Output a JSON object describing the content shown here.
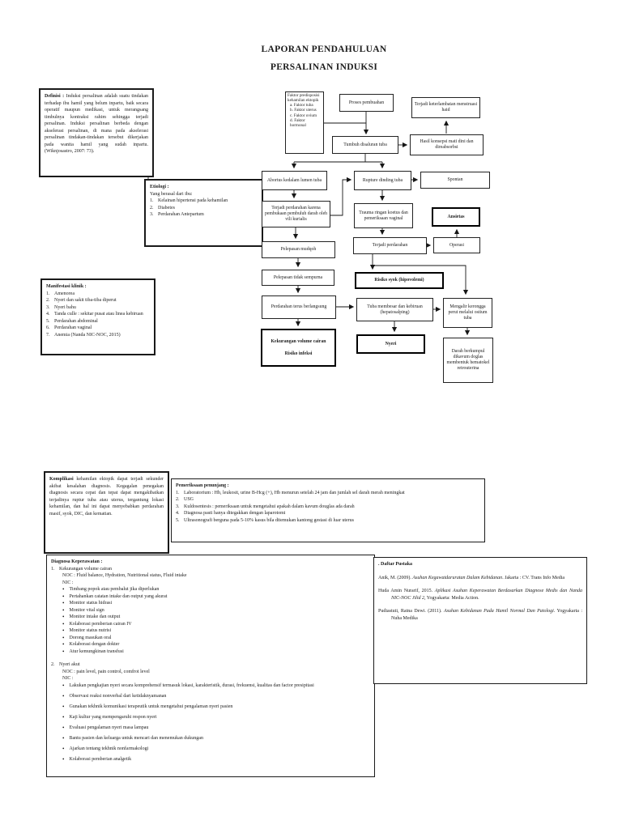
{
  "title": {
    "line1": "LAPORAN PENDAHULUAN",
    "line2": "PERSALINAN INDUKSI"
  },
  "definisi": {
    "label": "Definisi :",
    "text": "Induksi persalinan adalah suatu tindakan terhadap ibu hamil yang belum inpartu, baik secara operatif maupun medikasi, untuk merangsang timbulnya kontraksi rahim sehingga terjadi persalinan. Induksi persalinan berbeda dengan akselerasi persalinan, di mana pada akselerasi persalinan tindakan-tindakan tersebut dikerjakan pada wanita hamil yang sudah inpartu. (Wiknjosastro, 2007: 73)."
  },
  "etiologi": {
    "label": "Etiologi :",
    "intro": "Yang berasal dari ibu:",
    "items": [
      {
        "no": "1.",
        "text": "Kelainan hipertensi pada kehamilan"
      },
      {
        "no": "2.",
        "text": "Diabetes"
      },
      {
        "no": "3.",
        "text": "Perdarahan Antepartum"
      }
    ]
  },
  "manifestasi": {
    "label": "Manifestasi klinik :",
    "items": [
      {
        "no": "1.",
        "text": "Amenorea"
      },
      {
        "no": "2.",
        "text": "Nyeri dan sakit tiba-tiba diperut"
      },
      {
        "no": "3.",
        "text": "Nyeri bahu"
      },
      {
        "no": "4.",
        "text": "Tanda culle : sekitar pusat atau linea kebiruan"
      },
      {
        "no": "5.",
        "text": "Perdarahan abdominal"
      },
      {
        "no": "6.",
        "text": "Perdarahan vaginal"
      },
      {
        "no": "7.",
        "text": "Anemia (Nanda NIC-NOC, 2015)"
      }
    ]
  },
  "flowchart": {
    "faktor": {
      "title": "Faktor predisposisi kehamilan ektopik",
      "items": [
        "a.  Faktor tuba",
        "b.  Faktor uterus",
        "c.  Faktor ovium",
        "d.  Faktor hormonal"
      ]
    },
    "proses": "Proses pembuahan",
    "terlambat": "Terjadi keterlambatan menstruasi haid",
    "tumbuh": "Tumbuh disaluran tuba",
    "hasil": "Hasil konsepsi mati dini dan direabsorbsi",
    "abortus": "Abortus kedalam lumen tuba",
    "rupture": "Rupture dinding tuba",
    "spontan": "Spontan",
    "perdarahan_vili": "Terjadi perdarahan karena pembukaan pembuluh darah oleh vili kurialis",
    "trauma": "Trauma ringan koetus dan pemeriksaan vaginal",
    "ansietas": "Ansietas",
    "pelepasan_mudqoh": "Pelepasan mudqoh",
    "terjadi_perdarahan": "Terjadi perdarahan",
    "operasi": "Operasi",
    "pelepasan_tidak_sempurna": "Pelepasan tidak sempurna",
    "risiko_syok": "Risiko syok (hipovolemi)",
    "perdarahan_terus": "Perdarahan terus berlangsung",
    "tuba_membesar": "Tuba membesar dan kebiruan (hepatosalping)",
    "mengalir": "Mengalir kerongga perut melalui ostium tuba",
    "kekurangan": {
      "line1": "Kekurangan volume cairan",
      "line2": "Risiko infeksi"
    },
    "nyeri": "Nyeri",
    "darah": "Darah berkumpul dikavum doglas membentuk hematokel retrouterina"
  },
  "komplikasi": {
    "label": "Komplikasi",
    "text": " kehamilan ektopik dapat terjadi sekunder akibat kesalahan diagnosis. Kegagalan penegakan diagnosis secara cepat dan tepat dapat mengakibatkan terjadinya ruptur tuba atau uterus, tergantung lokasi kehamilan, dan hal ini dapat menyebabkan perdarahan masif, syok, DIC, dan kematian."
  },
  "pemeriksaan": {
    "label": "Pemeriksaan penunjang :",
    "items": [
      {
        "no": "1.",
        "text": "Laboratorium : Hb, leukosit, urine B-Hcg (+), Hb menurun setelah 24 jam dan jumlah sel darah merah meningkat"
      },
      {
        "no": "2.",
        "text": "USG"
      },
      {
        "no": "3.",
        "text": "Kuldosentesis : pemeriksaan untuk mengetahui apakah dalam kavum douglas ada darah"
      },
      {
        "no": "4.",
        "text": "Diagnosa pasti hanya ditegakkan dengan laparotomi"
      },
      {
        "no": "5.",
        "text": "Ultrasonografi berguna pada 5-10% kasus bila ditemukan kantong gestasi di luar uterus"
      }
    ]
  },
  "diagnosa": {
    "label": "Diagnosa Keperawatan :",
    "item1": {
      "no": "1.",
      "name": "Kekurangan volume cairan",
      "noc": "NOC : Fluid balance, Hydration, Nutritional status, Fluid intake",
      "nic": "NIC :",
      "bullets": [
        "Timbang popok atau pembalut jika diperlukan",
        "Pertahankan catatan intake dan output yang akurat",
        "Monitor status hidrasi",
        "Monitor vital sign",
        "Monitor intake dan output",
        "Kolaborasi pemberian cairan IV",
        "Monitor status nutrisi",
        "Dorong masukan oral",
        "Kolaborasi dengan dokter",
        "Atur kemungkinan transfusi"
      ]
    },
    "item2": {
      "no": "2.",
      "name": "Nyeri akut",
      "noc": "NOC : pain level, pain control, comfrot level",
      "nic": "NIC :",
      "bullets": [
        "Lakukan pengkajian nyeri secara komprehensif termasuk lokasi, karakteristik, durasi, frekuensi, kualitas dan factor presipitasi",
        "Observasi reaksi nonverbal dari ketidaknyamanan",
        "Gunakan tekhnik komunikasi terapeutik untuk mengetahui pengalaman nyeri pasien",
        "Kaji kultur yang mempengaruhi respon nyeri",
        "Evaluasi pengalaman nyeri masa lampau",
        "Bantu pasien dan keluarga untuk mencari dan menemukan dukungan",
        "Ajarkan tentang tekhnik nonfarmakologi",
        "Kolaborasi pemberian analgetik"
      ]
    }
  },
  "pustaka": {
    "label": ". Daftar Pustaka",
    "refs": [
      {
        "pre": "Anik, M. (2009). ",
        "italic": "Asuhan Kegawatdaruratan Dalam Kebidanan",
        "post": ". Jakarta : CV. Trans Info Media"
      },
      {
        "pre": "Huda Amin Nurarif, 2015. ",
        "italic": "Aplikasi Asuhan Keperawatan Berdasarkan Diagnose Medis dan Nanda NIC-NOC Jilid 2",
        "post": ", Yogyakarta: Media Action."
      },
      {
        "pre": "Pudiastuti, Ratna Dewi. (2011). ",
        "italic": "Asuhan Kebidanan Pada Hamil Normal Dan Patologi",
        "post": ". Yogyakarta : Nuha Medika"
      }
    ]
  }
}
